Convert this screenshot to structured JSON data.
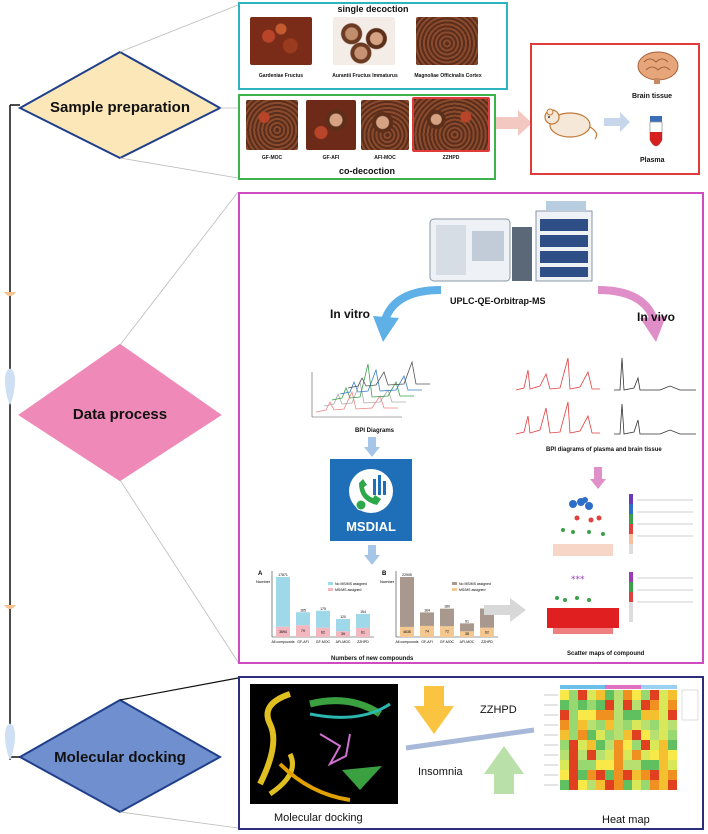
{
  "stages": {
    "sample_preparation": "Sample preparation",
    "data_process": "Data process",
    "molecular_docking": "Molecular docking"
  },
  "sample": {
    "single_title": "single decoction",
    "single_items": [
      "Gardeniae Fructus",
      "Aurantii Fructus Immaturus",
      "Magnoliae Officinalis Cortex"
    ],
    "co_items": [
      "GF-MOC",
      "GF-AFI",
      "AFI-MOC",
      "ZZHPD"
    ],
    "co_title": "co-decoction",
    "brain": "Brain tissue",
    "plasma": "Plasma"
  },
  "process": {
    "instrument": "UPLC-QE-Orbitrap-MS",
    "in_vitro": "In vitro",
    "in_vivo": "In vivo",
    "bpi": "BPI Diagrams",
    "bpi_plasma": "BPI  diagrams of plasma and brain tissue",
    "msdial": "MSDIAL",
    "new_compounds": "Numbers of new compounds",
    "scatter": "Scatter maps of  compound",
    "panel_a": "A",
    "panel_b": "B"
  },
  "chart_data": [
    {
      "type": "bar",
      "panel": "A",
      "ylabel": "Number",
      "categories": [
        "All compounds",
        "GF-AFI",
        "GF-MOC",
        "AFI-MOC",
        "ZZHPD"
      ],
      "series": [
        {
          "name": "No MS/MS assigned",
          "values": [
            17871,
            165,
            175,
            120,
            154
          ]
        },
        {
          "name": "MS/MS assigned",
          "values": [
            3694,
            79,
            62,
            39,
            61
          ]
        }
      ]
    },
    {
      "type": "bar",
      "panel": "B",
      "ylabel": "Number",
      "categories": [
        "All compounds",
        "GF-AFI",
        "GF-MOC",
        "AFI-MOC",
        "ZZHPD"
      ],
      "series": [
        {
          "name": "No MS/MS assigned",
          "values": [
            22905,
            164,
            189,
            91,
            190
          ]
        },
        {
          "name": "MS/MS assigned",
          "values": [
            4635,
            74,
            72,
            38,
            62
          ]
        }
      ]
    }
  ],
  "docking": {
    "zzhpd": "ZZHPD",
    "insomnia": "Insomnia",
    "caption_left": "Molecular docking",
    "caption_right": "Heat map"
  },
  "colors": {
    "cyan_border": "#2cb5c0",
    "green_border": "#3bb24a",
    "red_border": "#e03a3a",
    "magenta_border": "#d04ac0",
    "navy_border": "#2d2f7e",
    "diamond_yellow": "#fbe7b8",
    "diamond_pink": "#ef89b8",
    "diamond_blue": "#6f8fcf"
  }
}
